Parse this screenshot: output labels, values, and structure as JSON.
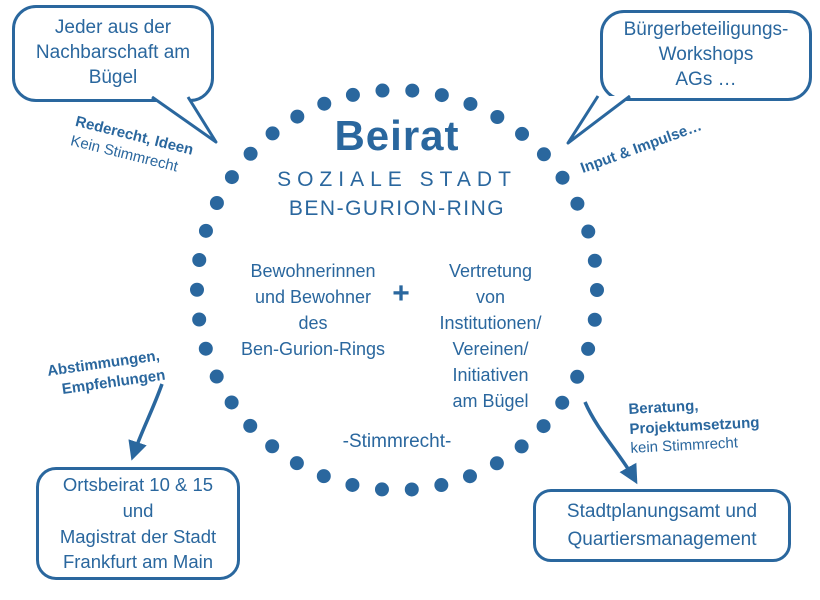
{
  "colors": {
    "primary": "#2a679e"
  },
  "center": {
    "title": "Beirat",
    "subtitle_lines": [
      "SOZIALE STADT",
      "BEN-GURION-RING"
    ],
    "left_lines": [
      "Bewohnerinnen",
      "und Bewohner",
      "des",
      "Ben-Gurion-Rings"
    ],
    "plus": "+",
    "right_lines": [
      "Vertretung",
      "von",
      "Institutionen/",
      "Vereinen/",
      "Initiativen",
      "am Bügel"
    ],
    "voting_note": "-Stimmrecht-"
  },
  "bubbles": {
    "top_left": {
      "lines": [
        "Jeder aus der",
        "Nachbarschaft am",
        "Bügel"
      ]
    },
    "top_right": {
      "lines": [
        "Bürgerbeteiligungs-",
        "Workshops",
        "AGs …"
      ]
    },
    "bottom_left": {
      "lines": [
        "Ortsbeirat 10 & 15",
        "und",
        "Magistrat der Stadt",
        "Frankfurt am Main"
      ]
    },
    "bottom_right": {
      "lines": [
        "Stadtplanungsamt und",
        "Quartiersmanagement"
      ]
    }
  },
  "notes": {
    "top_left": {
      "bold": "Rederecht, Ideen",
      "regular": "Kein Stimmrecht"
    },
    "top_right": {
      "bold": "Input & Impulse…"
    },
    "bottom_left": {
      "bold_lines": [
        "Abstimmungen,",
        "Empfehlungen"
      ]
    },
    "bottom_right": {
      "bold_lines": [
        "Beratung,",
        "Projektumsetzung"
      ],
      "regular": "kein Stimmrecht"
    }
  }
}
